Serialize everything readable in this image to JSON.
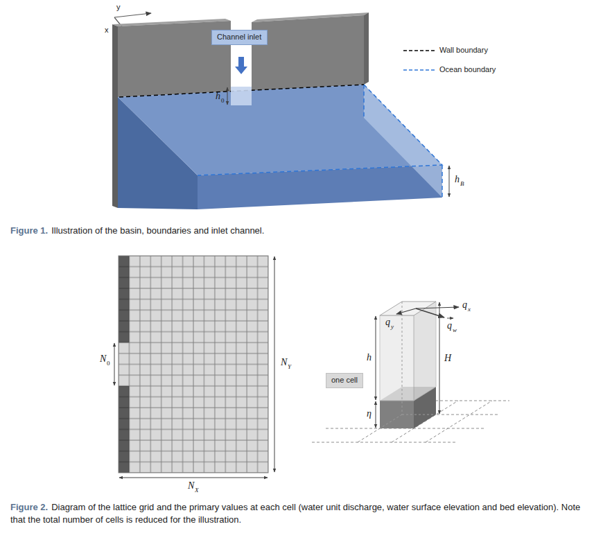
{
  "diagram": {
    "nodes": [
      {
        "text": [
          "Channel inlet"
        ]
      },
      {
        "text": [
          "one cell"
        ]
      }
    ],
    "labels": [
      "y",
      "x",
      "h",
      "0",
      "h",
      "B",
      "Figure 1.",
      "Illustration of the basin, boundaries and inlet channel.",
      "N",
      "0",
      "N",
      "Y",
      "N",
      "X",
      "q",
      "x",
      "q",
      "y",
      "q",
      "w",
      "h",
      "H",
      "η",
      "Figure 2.",
      "Diagram of the lattice grid and the primary values at each cell (water unit discharge, water surface elevation and bed elevation). Note that the total number of cells is reduced for the illustration."
    ],
    "legend": [
      {
        "text": "Wall boundary"
      },
      {
        "text": "Ocean boundary"
      }
    ]
  }
}
